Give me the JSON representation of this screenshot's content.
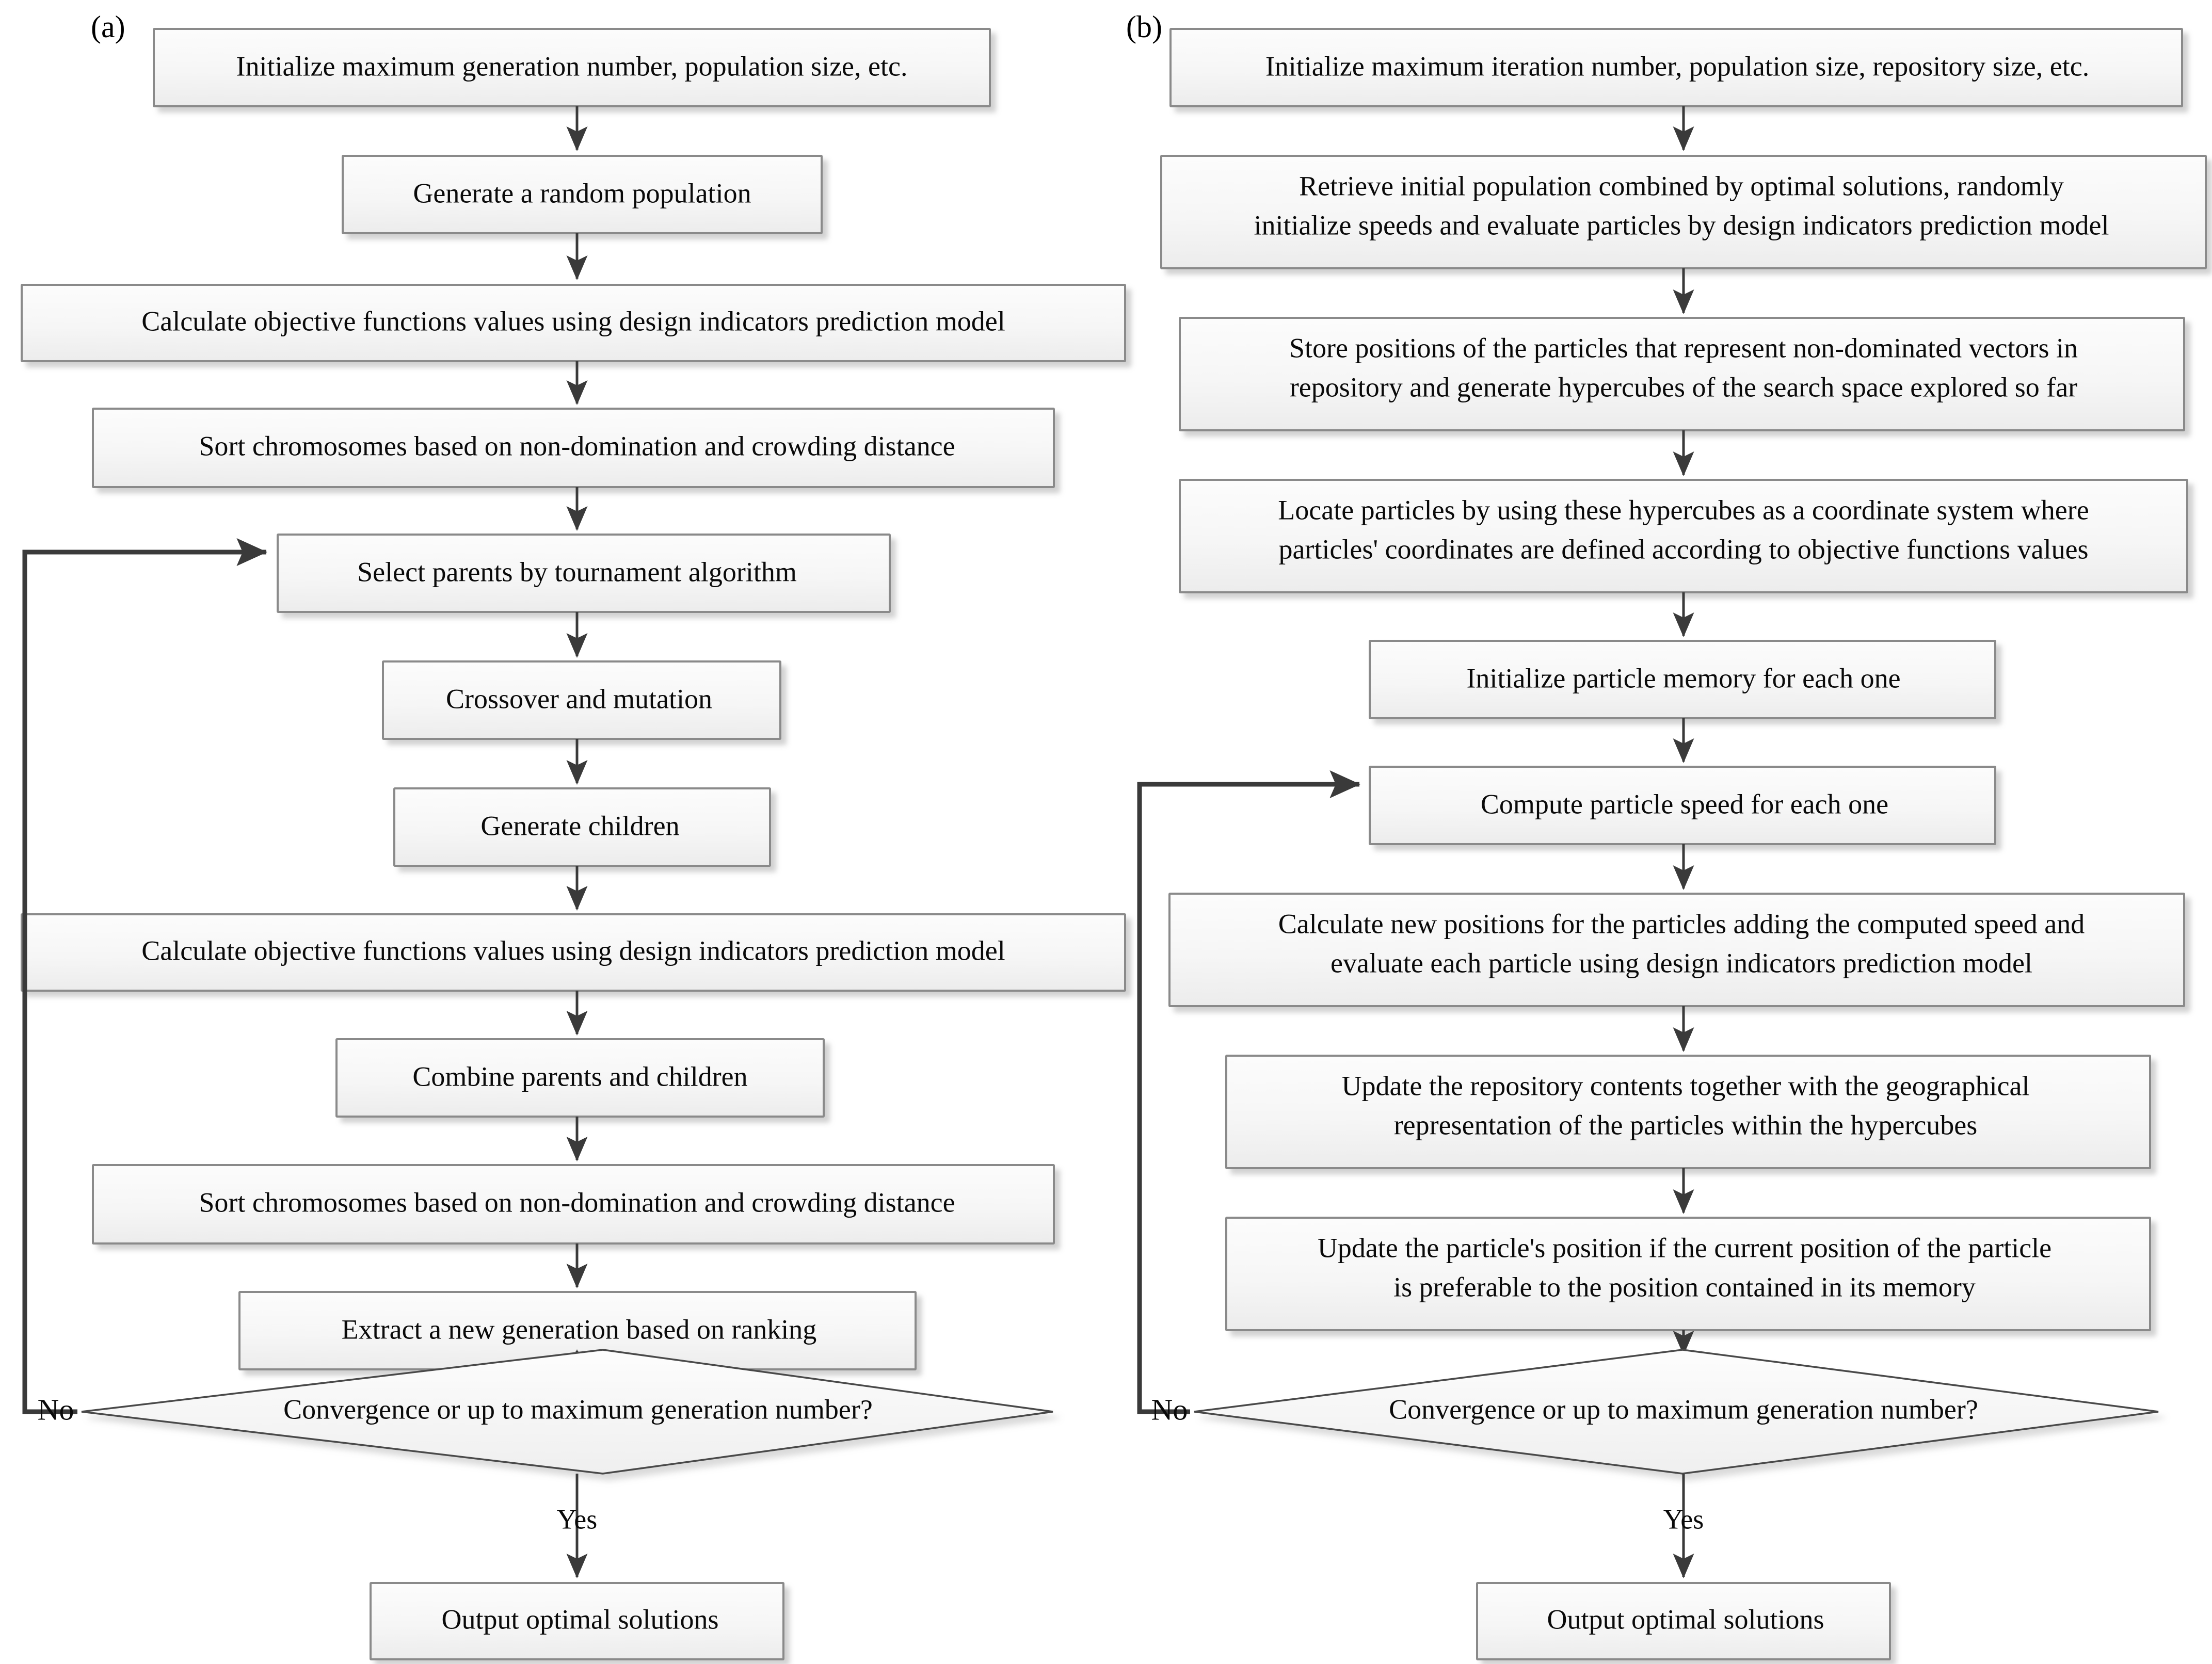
{
  "figure": {
    "type": "flowchart",
    "panels": [
      {
        "id": "a",
        "label": "(a)",
        "algorithm_family": "genetic-algorithm",
        "nodes": [
          {
            "id": "a1",
            "shape": "process",
            "text": "Initialize maximum generation number, population size, etc."
          },
          {
            "id": "a2",
            "shape": "process",
            "text": "Generate a random population"
          },
          {
            "id": "a3",
            "shape": "process",
            "text": "Calculate objective functions values using design indicators prediction model"
          },
          {
            "id": "a4",
            "shape": "process",
            "text": "Sort chromosomes based on non-domination and crowding distance"
          },
          {
            "id": "a5",
            "shape": "process",
            "text": "Select parents by tournament algorithm"
          },
          {
            "id": "a6",
            "shape": "process",
            "text": "Crossover and mutation"
          },
          {
            "id": "a7",
            "shape": "process",
            "text": "Generate children"
          },
          {
            "id": "a8",
            "shape": "process",
            "text": "Calculate objective functions values using design indicators prediction model"
          },
          {
            "id": "a9",
            "shape": "process",
            "text": "Combine parents and children"
          },
          {
            "id": "a10",
            "shape": "process",
            "text": "Sort chromosomes based on non-domination and crowding distance"
          },
          {
            "id": "a11",
            "shape": "process",
            "text": "Extract a new generation based on ranking"
          },
          {
            "id": "a12",
            "shape": "decision",
            "text": "Convergence or up to maximum generation number?"
          },
          {
            "id": "a13",
            "shape": "process",
            "text": "Output optimal solutions"
          }
        ],
        "edges": [
          {
            "from": "a1",
            "to": "a2",
            "label": ""
          },
          {
            "from": "a2",
            "to": "a3",
            "label": ""
          },
          {
            "from": "a3",
            "to": "a4",
            "label": ""
          },
          {
            "from": "a4",
            "to": "a5",
            "label": ""
          },
          {
            "from": "a5",
            "to": "a6",
            "label": ""
          },
          {
            "from": "a6",
            "to": "a7",
            "label": ""
          },
          {
            "from": "a7",
            "to": "a8",
            "label": ""
          },
          {
            "from": "a8",
            "to": "a9",
            "label": ""
          },
          {
            "from": "a9",
            "to": "a10",
            "label": ""
          },
          {
            "from": "a10",
            "to": "a11",
            "label": ""
          },
          {
            "from": "a11",
            "to": "a12",
            "label": ""
          },
          {
            "from": "a12",
            "to": "a13",
            "label": "Yes"
          },
          {
            "from": "a12",
            "to": "a5",
            "label": "No"
          }
        ]
      },
      {
        "id": "b",
        "label": "(b)",
        "algorithm_family": "particle-swarm-optimization",
        "nodes": [
          {
            "id": "b1",
            "shape": "process",
            "text": "Initialize maximum iteration number, population size, repository size, etc."
          },
          {
            "id": "b2",
            "shape": "process",
            "text": "Retrieve initial population combined by optimal solutions, randomly initialize speeds and evaluate particles by design indicators prediction model",
            "lines": [
              "Retrieve initial population combined by optimal solutions, randomly",
              "initialize speeds and evaluate particles by design indicators prediction model"
            ]
          },
          {
            "id": "b3",
            "shape": "process",
            "text": "Store positions of the particles that represent non-dominated vectors in repository and generate hypercubes of the search space explored so far",
            "lines": [
              "Store positions of the particles that represent non-dominated vectors in",
              "repository and generate hypercubes of the search space explored so far"
            ]
          },
          {
            "id": "b4",
            "shape": "process",
            "text": "Locate particles by using these hypercubes as a coordinate system where particles' coordinates are defined according to objective functions values",
            "lines": [
              "Locate particles by using these hypercubes as a coordinate system where",
              "particles' coordinates are defined according to objective functions values"
            ]
          },
          {
            "id": "b5",
            "shape": "process",
            "text": "Initialize particle memory for each one"
          },
          {
            "id": "b6",
            "shape": "process",
            "text": "Compute particle speed for each one"
          },
          {
            "id": "b7",
            "shape": "process",
            "text": "Calculate new positions for the particles adding the computed speed and evaluate each particle using design indicators prediction model",
            "lines": [
              "Calculate new positions for the particles adding the computed speed and",
              "evaluate each particle using design indicators prediction model"
            ]
          },
          {
            "id": "b8",
            "shape": "process",
            "text": "Update the repository contents together with the geographical representation of the particles within the hypercubes",
            "lines": [
              "Update the repository contents together with the geographical",
              "representation of the particles within the hypercubes"
            ]
          },
          {
            "id": "b9",
            "shape": "process",
            "text": "Update the particle's position if the current position of the particle is preferable to the position contained in its memory",
            "lines": [
              "Update the particle's position if the current position of the particle",
              "is preferable to the position contained in its memory"
            ]
          },
          {
            "id": "b10",
            "shape": "decision",
            "text": "Convergence or up to maximum generation number?"
          },
          {
            "id": "b11",
            "shape": "process",
            "text": "Output optimal solutions"
          }
        ],
        "edges": [
          {
            "from": "b1",
            "to": "b2",
            "label": ""
          },
          {
            "from": "b2",
            "to": "b3",
            "label": ""
          },
          {
            "from": "b3",
            "to": "b4",
            "label": ""
          },
          {
            "from": "b4",
            "to": "b5",
            "label": ""
          },
          {
            "from": "b5",
            "to": "b6",
            "label": ""
          },
          {
            "from": "b6",
            "to": "b7",
            "label": ""
          },
          {
            "from": "b7",
            "to": "b8",
            "label": ""
          },
          {
            "from": "b8",
            "to": "b9",
            "label": ""
          },
          {
            "from": "b9",
            "to": "b10",
            "label": ""
          },
          {
            "from": "b10",
            "to": "b11",
            "label": "Yes"
          },
          {
            "from": "b10",
            "to": "b6",
            "label": "No"
          }
        ]
      }
    ]
  },
  "panel_a": {
    "label": "(a)",
    "n1": "Initialize maximum generation number, population size, etc.",
    "n2": "Generate a random population",
    "n3": "Calculate objective functions values using design indicators prediction model",
    "n4": "Sort chromosomes based on non-domination and crowding distance",
    "n5": "Select parents by tournament algorithm",
    "n6": "Crossover and mutation",
    "n7": "Generate children",
    "n8": "Calculate objective functions values using design indicators prediction model",
    "n9": "Combine parents and children",
    "n10": "Sort chromosomes based on non-domination and crowding distance",
    "n11": "Extract a new generation based on ranking",
    "n12": "Convergence or up to maximum generation number?",
    "n13": "Output optimal solutions",
    "yes_label": "Yes",
    "no_label": "No"
  },
  "panel_b": {
    "label": "(b)",
    "n1": "Initialize maximum iteration number, population size, repository size, etc.",
    "n2_l1": "Retrieve initial population combined by optimal solutions, randomly",
    "n2_l2": "initialize speeds and evaluate particles by design indicators prediction model",
    "n3_l1": "Store positions of the particles that represent non-dominated vectors in",
    "n3_l2": "repository and generate hypercubes of the search space explored so far",
    "n4_l1": "Locate particles by using these hypercubes as a coordinate system where",
    "n4_l2": "particles' coordinates are defined according to objective functions values",
    "n5": "Initialize particle memory for each one",
    "n6": "Compute particle speed for each one",
    "n7_l1": "Calculate new positions for the particles adding the computed speed and",
    "n7_l2": "evaluate each particle using design indicators prediction model",
    "n8_l1": "Update the repository contents together with the geographical",
    "n8_l2": "representation of the particles within the hypercubes",
    "n9_l1": "Update the particle's position if the current position of the particle",
    "n9_l2": "is preferable to the position contained in its memory",
    "n10": "Convergence or up to maximum generation number?",
    "n11": "Output optimal solutions",
    "yes_label": "Yes",
    "no_label": "No"
  },
  "style": {
    "box_fill_top": "#fbfbfb",
    "box_fill_bottom": "#eeeeee",
    "box_border": "#8a8a8a",
    "diamond_border": "#4a4a4a",
    "line_color": "#3a3a3a",
    "text_color": "#0a0a0a",
    "background": "#ffffff"
  }
}
